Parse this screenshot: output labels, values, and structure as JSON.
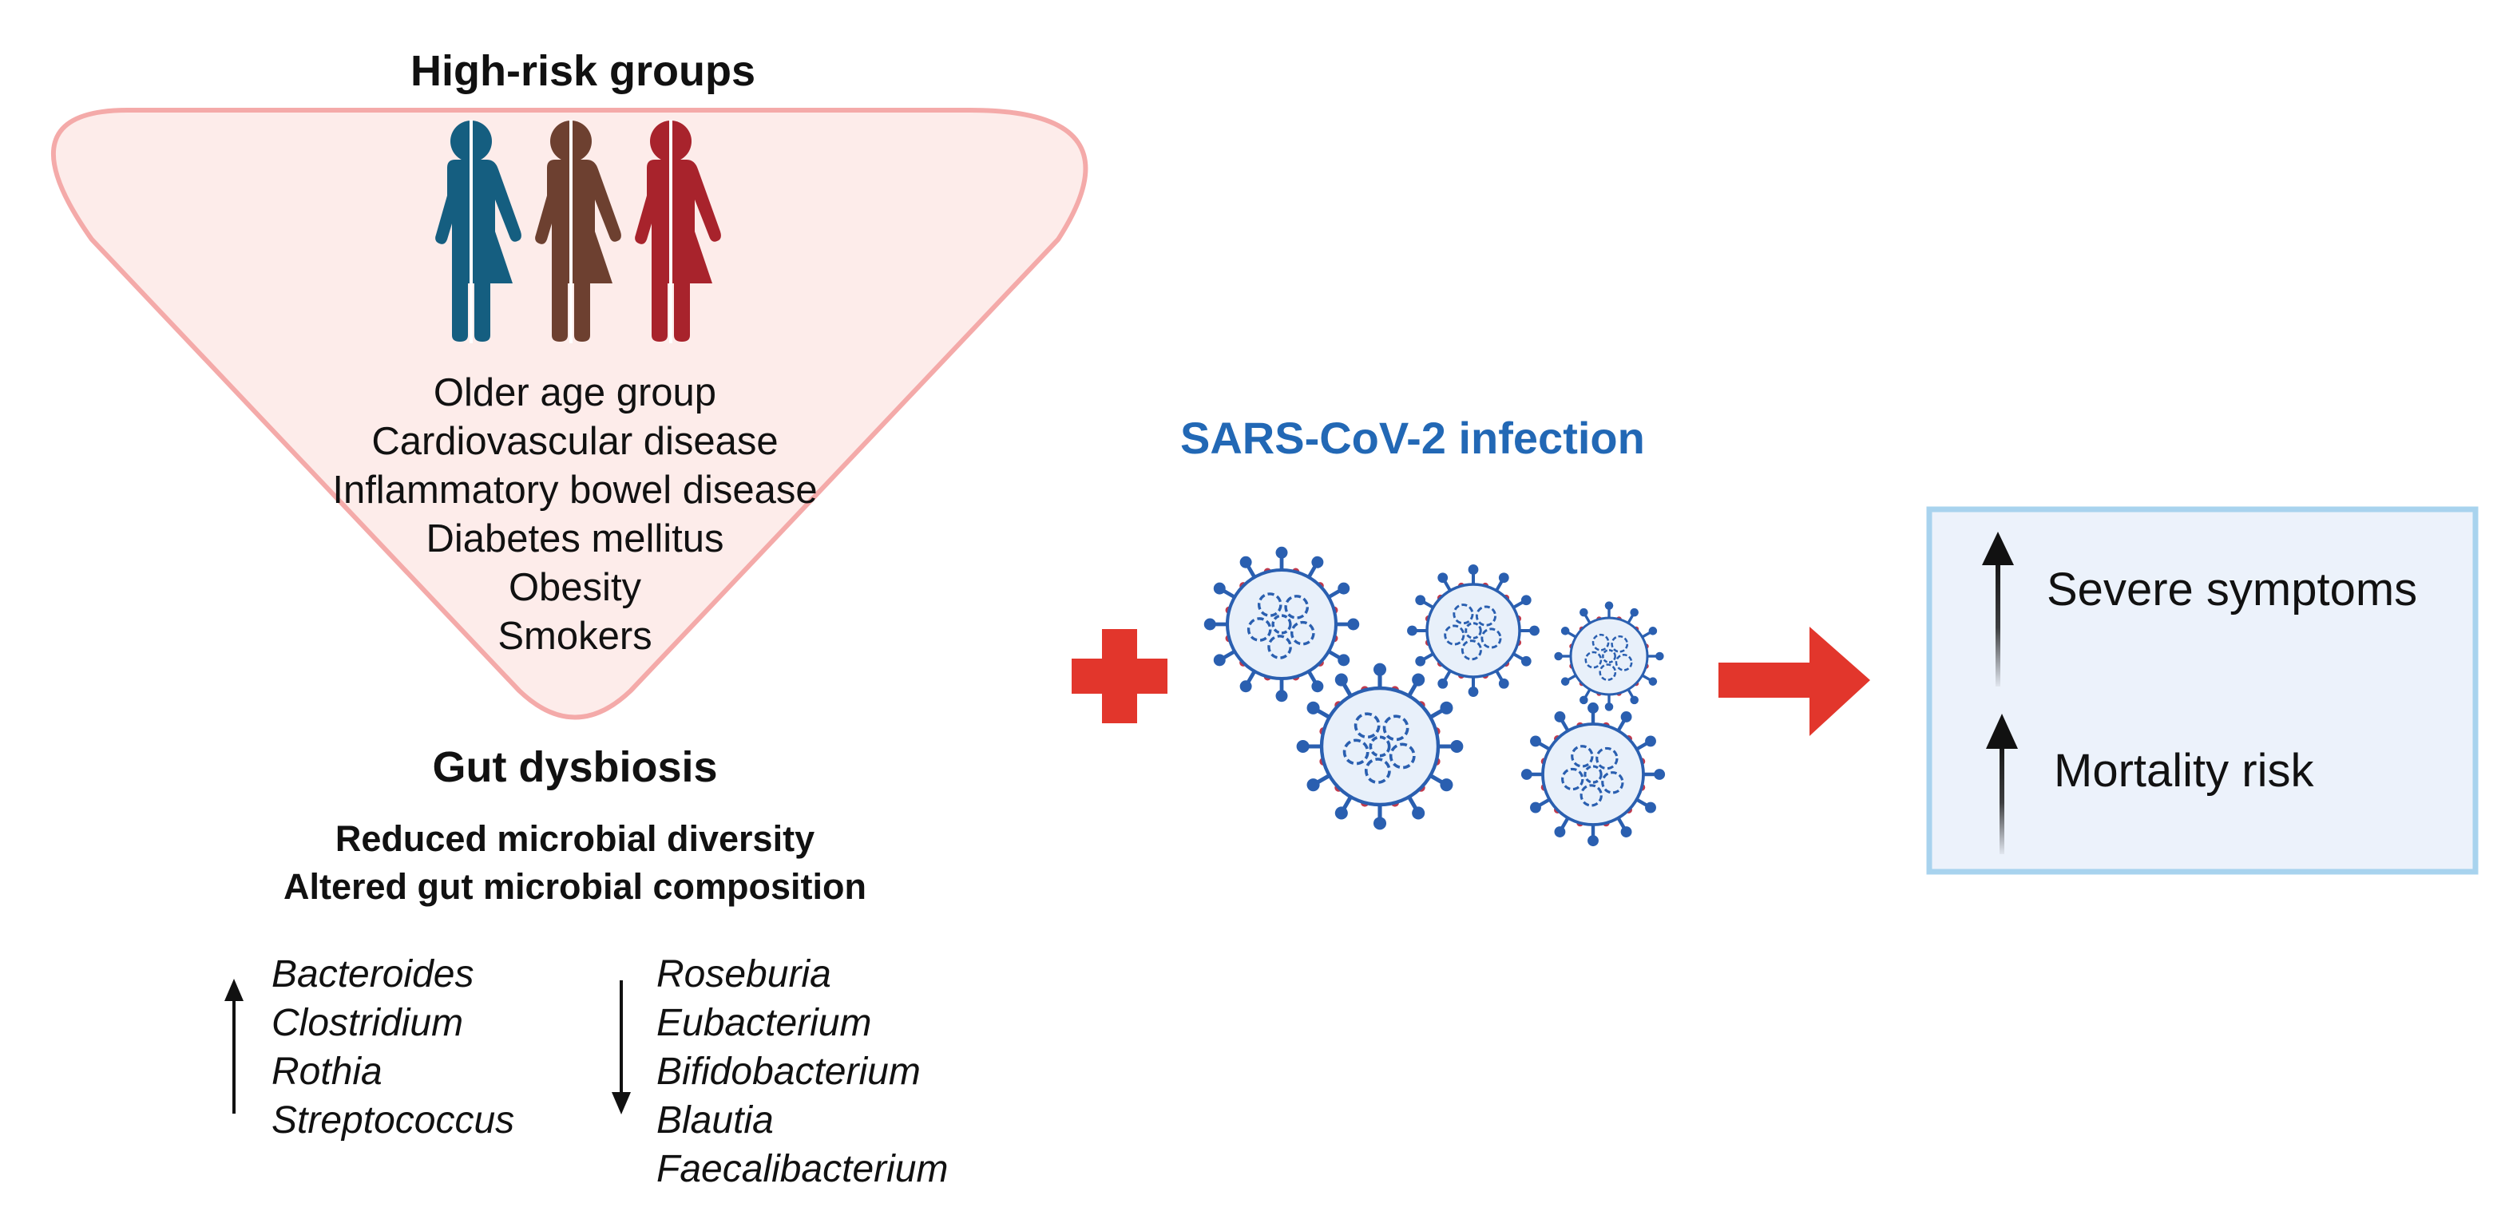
{
  "high_risk": {
    "title": "High-risk groups",
    "factors": [
      "Older age group",
      "Cardiovascular disease",
      "Inflammatory bowel disease",
      "Diabetes mellitus",
      "Obesity",
      "Smokers"
    ],
    "figure_colors": [
      "#155e80",
      "#6d4030",
      "#a8232c"
    ]
  },
  "dysbiosis": {
    "title": "Gut dysbiosis",
    "line1": "Reduced microbial diversity",
    "line2": "Altered gut microbial composition",
    "increased": [
      "Bacteroides",
      "Clostridium",
      "Rothia",
      "Streptococcus"
    ],
    "decreased": [
      "Roseburia",
      "Eubacterium",
      "Bifidobacterium",
      "Blautia",
      "Faecalibacterium"
    ]
  },
  "infection": {
    "title": "SARS-CoV-2 infection",
    "virus_icon": "coronavirus-icon",
    "plus_icon": "plus-icon",
    "arrow_icon": "arrow-right-icon"
  },
  "outcomes": {
    "items": [
      "Severe symptoms",
      "Mortality risk"
    ],
    "indicator_icon": "arrow-up-icon"
  },
  "colors": {
    "risk_fill": "#fdecea",
    "risk_border": "#f4aaa9",
    "accent_red": "#e2362c",
    "virus_blue": "#2a5fb0",
    "spike_red": "#c0394c",
    "outcome_fill": "#ecf2fb",
    "outcome_border": "#a8d3ee",
    "title_blue": "#2268b5"
  }
}
